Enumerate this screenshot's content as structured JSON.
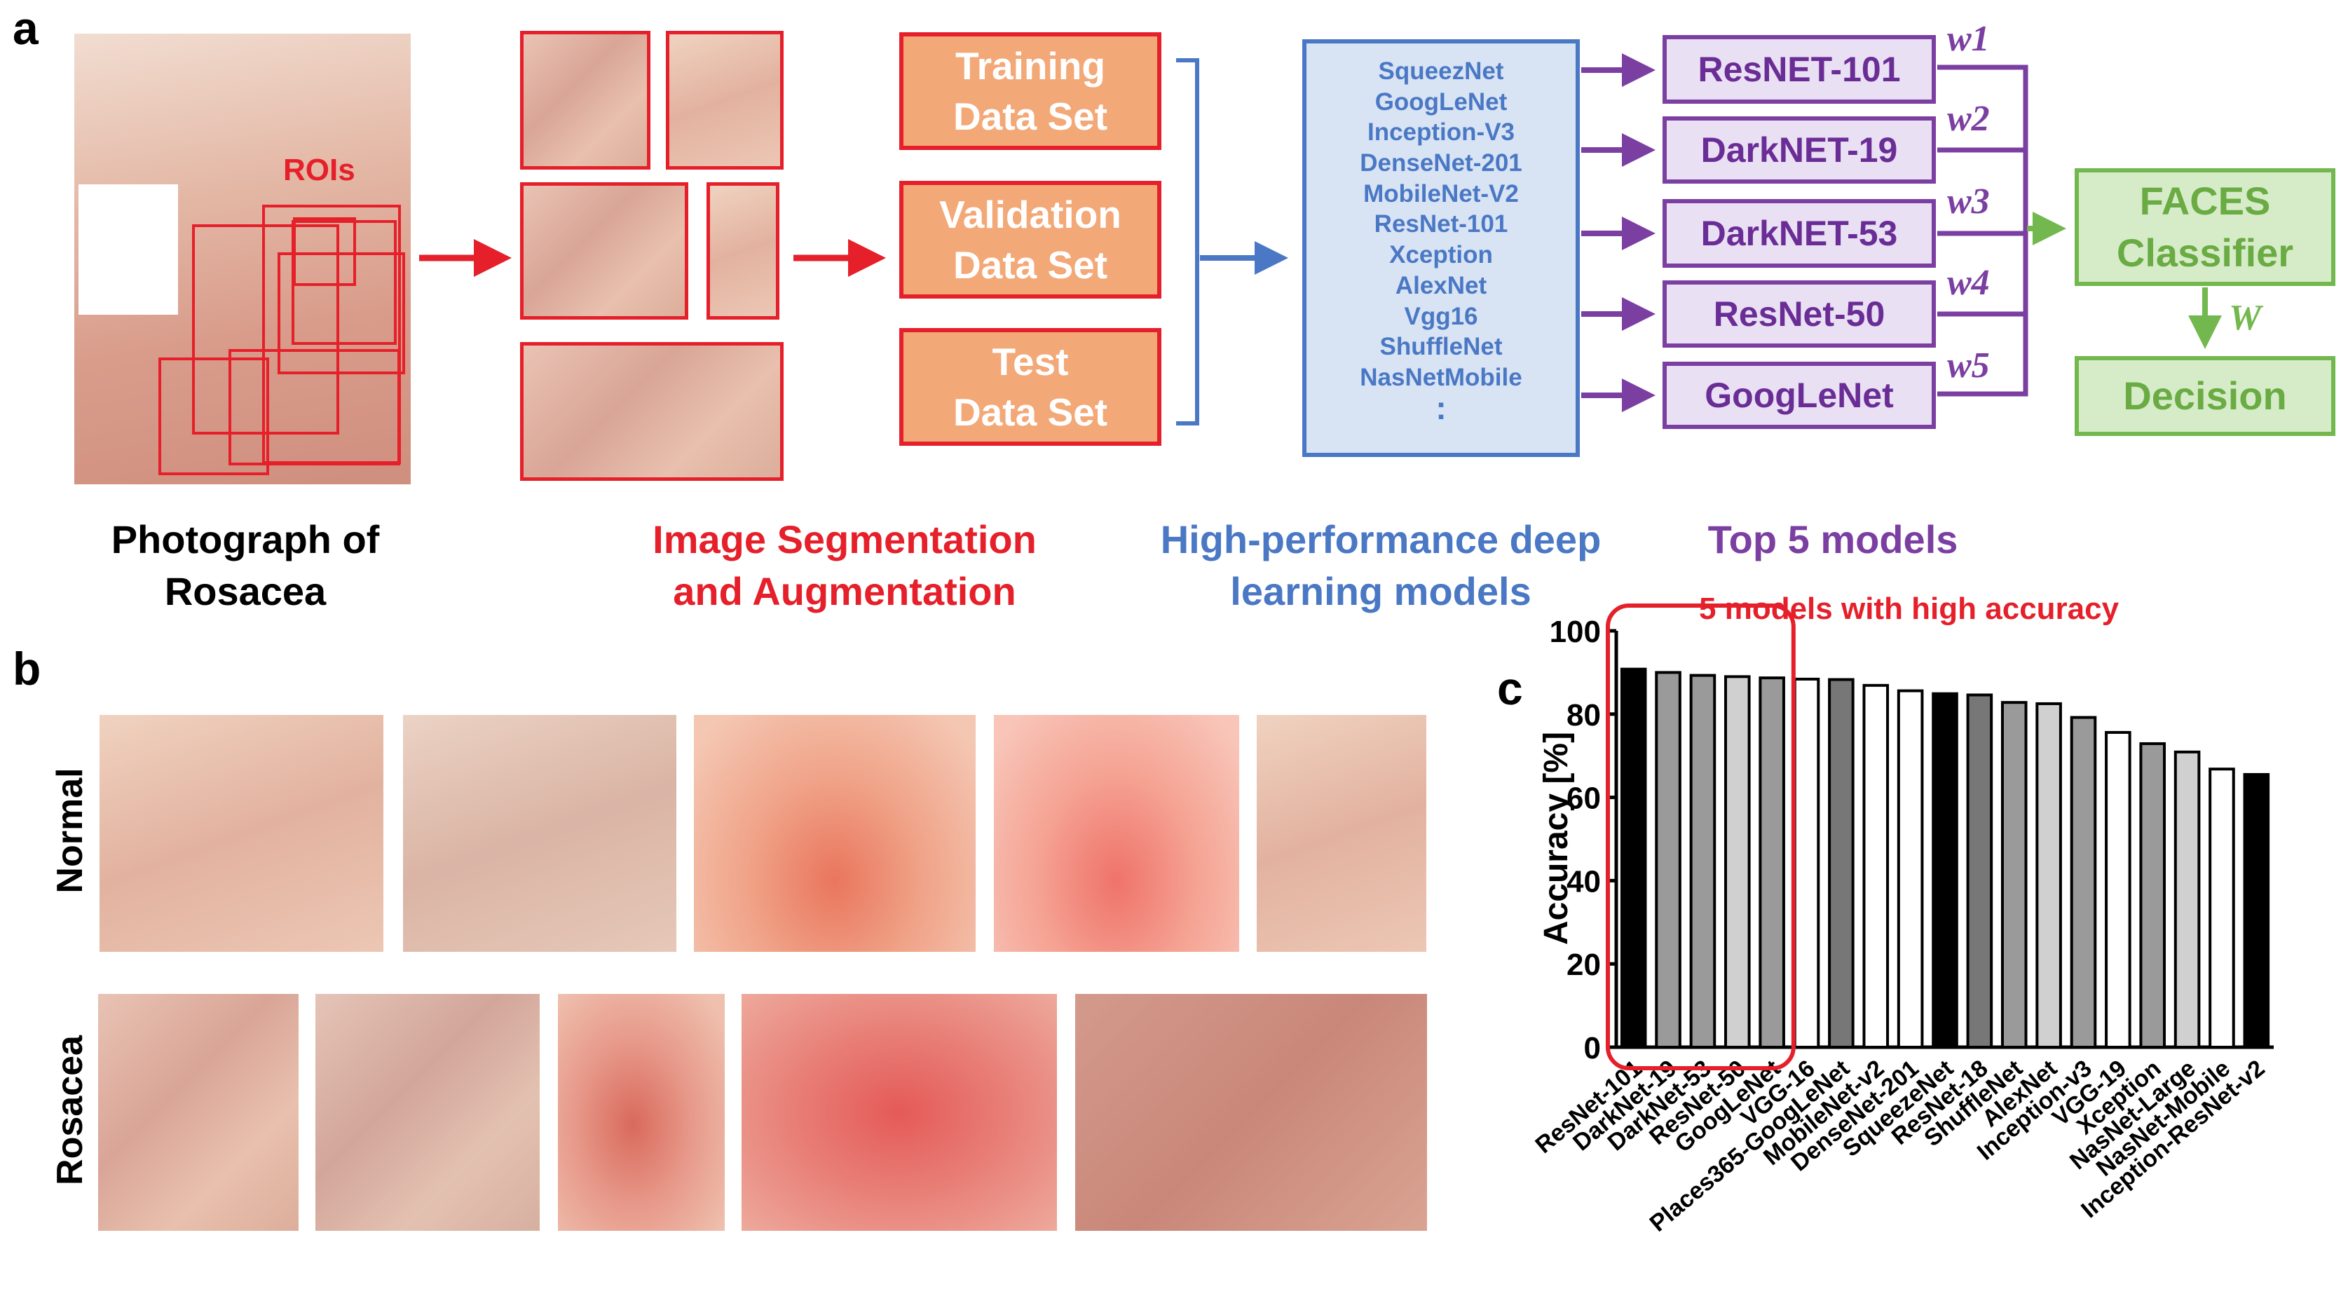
{
  "panels": {
    "a": "a",
    "b": "b",
    "c": "c"
  },
  "panel_a": {
    "roi_label": "ROIs",
    "caption_photo": [
      "Photograph of",
      "Rosacea"
    ],
    "caption_segmentation": [
      "Image Segmentation",
      "and Augmentation"
    ],
    "caption_models": [
      "High-performance deep",
      "learning models"
    ],
    "caption_top5": "Top 5 models",
    "datasets": [
      [
        "Training",
        "Data Set"
      ],
      [
        "Validation",
        "Data Set"
      ],
      [
        "Test",
        "Data Set"
      ]
    ],
    "candidate_models": [
      "SqueezNet",
      "GoogLeNet",
      "Inception-V3",
      "DenseNet-201",
      "MobileNet-V2",
      "ResNet-101",
      "Xception",
      "AlexNet",
      "Vgg16",
      "ShuffleNet",
      "NasNetMobile",
      ":"
    ],
    "top_models": [
      "ResNET-101",
      "DarkNET-19",
      "DarkNET-53",
      "ResNet-50",
      "GoogLeNet"
    ],
    "weights": [
      "w1",
      "w2",
      "w3",
      "w4",
      "w5"
    ],
    "classifier": [
      "FACES",
      "Classifier"
    ],
    "decision_weight": "W",
    "decision": "Decision",
    "colors": {
      "red": "#e5202a",
      "blue": "#4a78c4",
      "purple": "#7b3fa2",
      "green": "#73b84e",
      "orange": "#f3a877"
    }
  },
  "panel_b": {
    "row_labels": [
      "Normal",
      "Rosacea"
    ]
  },
  "panel_c": {
    "annotation": "5 models with high accuracy"
  },
  "chart_data": {
    "type": "bar",
    "ylabel": "Accuracy [%]",
    "ylim": [
      0,
      100
    ],
    "yticks": [
      0,
      20,
      40,
      60,
      80,
      100
    ],
    "categories": [
      "ResNet-101",
      "DarkNet-19",
      "DarkNet-53",
      "ResNet-50",
      "GoogLeNet",
      "VGG-16",
      "Places365-GoogLeNet",
      "MobileNet-v2",
      "DenseNet-201",
      "SqueezeNet",
      "ResNet-18",
      "ShuffleNet",
      "AlexNet",
      "Inception-v3",
      "VGG-19",
      "Xception",
      "NasNet-Large",
      "NasNet-Mobile",
      "Inception-ResNet-v2"
    ],
    "values": [
      90.8,
      90.0,
      89.3,
      89.0,
      88.7,
      88.4,
      88.3,
      86.9,
      85.6,
      84.9,
      84.6,
      82.8,
      82.5,
      79.2,
      75.6,
      72.9,
      70.9,
      66.8,
      65.5
    ],
    "bar_fills": [
      "#000000",
      "#9a9a9a",
      "#9a9a9a",
      "#d0d0d0",
      "#9a9a9a",
      "#ffffff",
      "#777777",
      "#ffffff",
      "#ffffff",
      "#000000",
      "#777777",
      "#9a9a9a",
      "#d0d0d0",
      "#9a9a9a",
      "#ffffff",
      "#9a9a9a",
      "#d0d0d0",
      "#ffffff",
      "#000000"
    ],
    "grid": false,
    "highlight": {
      "first": 0,
      "last": 4,
      "color": "#e5202a"
    }
  }
}
